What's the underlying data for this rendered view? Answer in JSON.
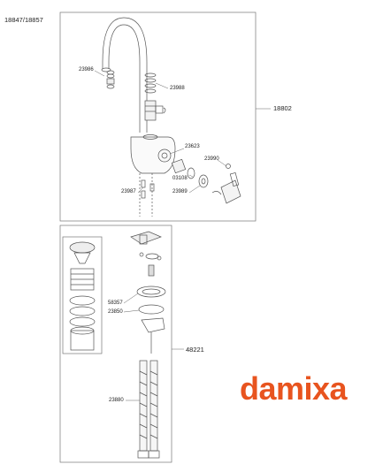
{
  "header": {
    "model_label": "18847/18857"
  },
  "assemblies": {
    "faucet": {
      "label": "18802"
    },
    "waste": {
      "label": "48221"
    }
  },
  "parts": {
    "p23986": "23986",
    "p23988": "23988",
    "p23623": "23623",
    "p23990": "23990",
    "p03108": "03108",
    "p23987": "23987",
    "p23989": "23989",
    "p58357": "58357",
    "p23850": "23850",
    "p23880": "23880"
  },
  "brand": {
    "name": "damixa",
    "color": "#e8541f"
  },
  "colors": {
    "line": "#555555",
    "frame": "#777777"
  }
}
